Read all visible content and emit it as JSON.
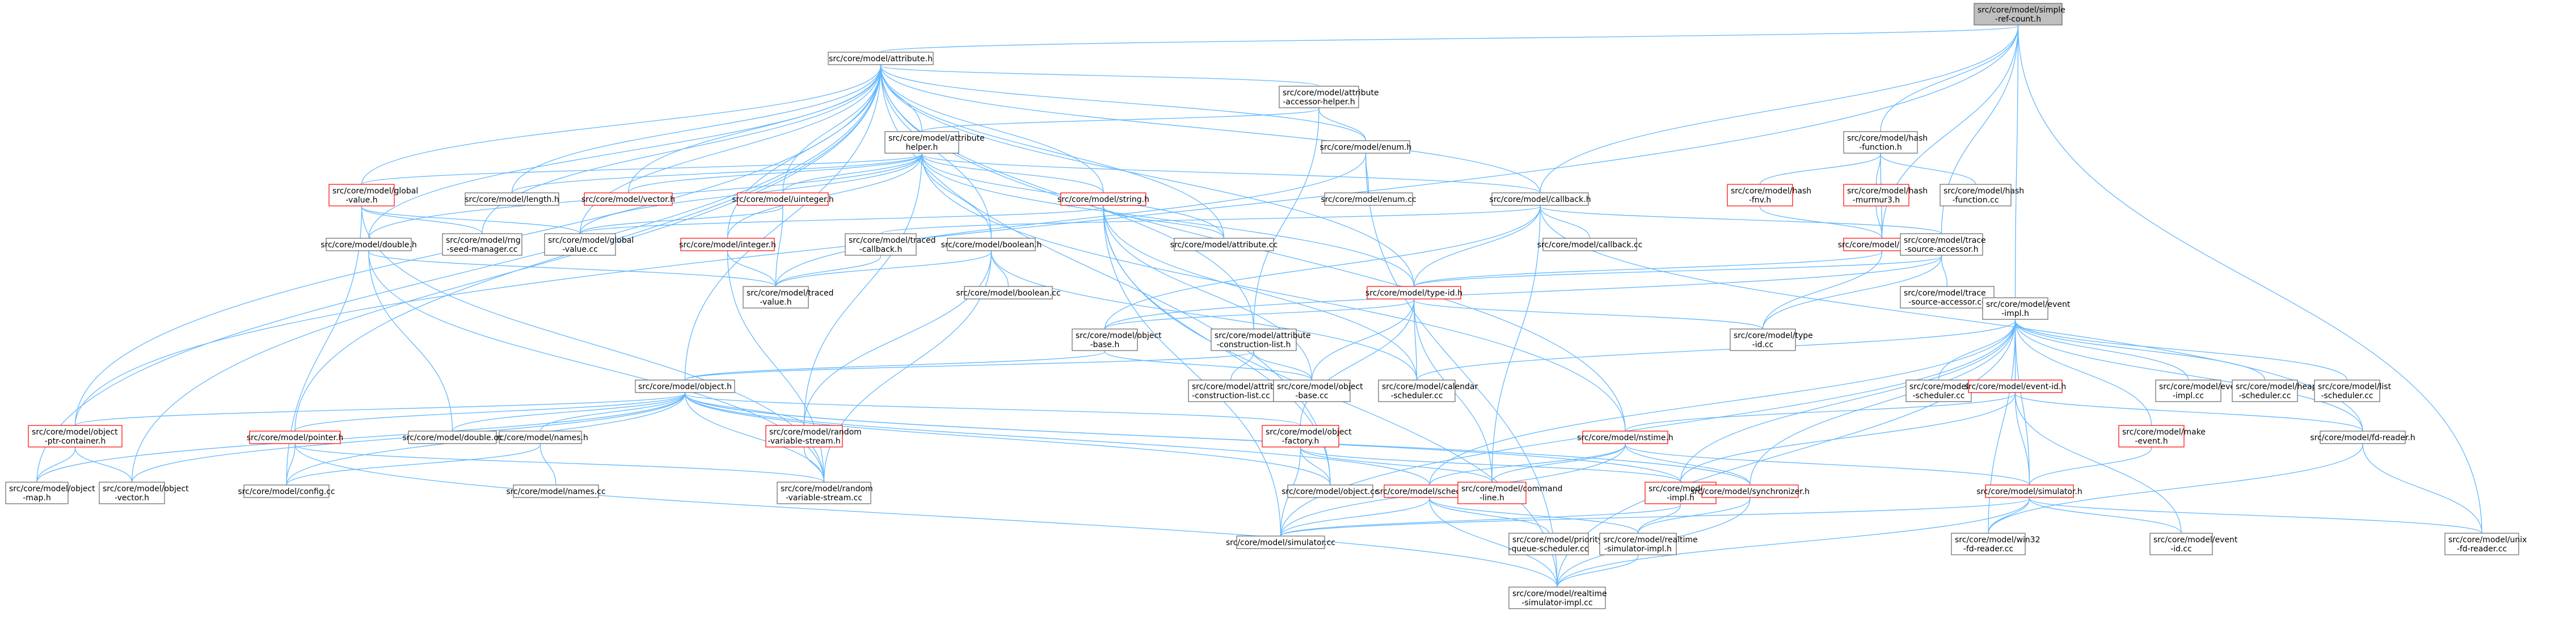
{
  "nodes": [
    {
      "id": "n0",
      "lines": [
        "src/core/model/simple",
        "-ref-count.h"
      ],
      "root": true,
      "red": false
    },
    {
      "id": "n1",
      "lines": [
        "src/core/model/attribute.h"
      ],
      "red": false
    },
    {
      "id": "n2",
      "lines": [
        "src/core/model/attribute",
        "-accessor-helper.h"
      ],
      "red": false
    },
    {
      "id": "n3",
      "lines": [
        "src/core/model/hash",
        "-function.h"
      ],
      "red": false
    },
    {
      "id": "n4",
      "lines": [
        "src/core/model/attribute",
        "helper.h"
      ],
      "red": false
    },
    {
      "id": "n5",
      "lines": [
        "src/core/model/enum.h"
      ],
      "red": false
    },
    {
      "id": "n6",
      "lines": [
        "src/core/model/hash",
        "-fnv.h"
      ],
      "red": true
    },
    {
      "id": "n7",
      "lines": [
        "src/core/model/hash",
        "-murmur3.h"
      ],
      "red": true
    },
    {
      "id": "n8",
      "lines": [
        "src/core/model/hash",
        "-function.cc"
      ],
      "red": false
    },
    {
      "id": "n9",
      "lines": [
        "src/core/model/global",
        "-value.h"
      ],
      "red": true
    },
    {
      "id": "n10",
      "lines": [
        "src/core/model/length.h"
      ],
      "red": false
    },
    {
      "id": "n11",
      "lines": [
        "src/core/model/vector.h"
      ],
      "red": true
    },
    {
      "id": "n12",
      "lines": [
        "src/core/model/uinteger.h"
      ],
      "red": true
    },
    {
      "id": "n13",
      "lines": [
        "src/core/model/string.h"
      ],
      "red": true
    },
    {
      "id": "n14",
      "lines": [
        "src/core/model/enum.cc"
      ],
      "red": false
    },
    {
      "id": "n15",
      "lines": [
        "src/core/model/callback.h"
      ],
      "red": false
    },
    {
      "id": "n16",
      "lines": [
        "src/core/model/hash.h"
      ],
      "red": true
    },
    {
      "id": "n17",
      "lines": [
        "src/core/model/trace",
        "-source-accessor.h"
      ],
      "red": false
    },
    {
      "id": "n18",
      "lines": [
        "src/core/model/double.h"
      ],
      "red": false
    },
    {
      "id": "n19",
      "lines": [
        "src/core/model/rng",
        "-seed-manager.cc"
      ],
      "red": false
    },
    {
      "id": "n20",
      "lines": [
        "src/core/model/global",
        "-value.cc"
      ],
      "red": false
    },
    {
      "id": "n21",
      "lines": [
        "src/core/model/integer.h"
      ],
      "red": true
    },
    {
      "id": "n22",
      "lines": [
        "src/core/model/traced",
        "-callback.h"
      ],
      "red": false
    },
    {
      "id": "n23",
      "lines": [
        "src/core/model/boolean.h"
      ],
      "red": false
    },
    {
      "id": "n24",
      "lines": [
        "src/core/model/attribute.cc"
      ],
      "red": false
    },
    {
      "id": "n25",
      "lines": [
        "src/core/model/callback.cc"
      ],
      "red": false
    },
    {
      "id": "n26",
      "lines": [
        "src/core/model/traced",
        "-value.h"
      ],
      "red": false
    },
    {
      "id": "n27",
      "lines": [
        "src/core/model/boolean.cc"
      ],
      "red": false
    },
    {
      "id": "n28",
      "lines": [
        "src/core/model/type-id.h"
      ],
      "red": true
    },
    {
      "id": "n29",
      "lines": [
        "src/core/model/trace",
        "-source-accessor.cc"
      ],
      "red": false
    },
    {
      "id": "n30",
      "lines": [
        "src/core/model/object",
        "-base.h"
      ],
      "red": false
    },
    {
      "id": "n31",
      "lines": [
        "src/core/model/attribute",
        "-construction-list.h"
      ],
      "red": false
    },
    {
      "id": "n32",
      "lines": [
        "src/core/model/type",
        "-id.cc"
      ],
      "red": false
    },
    {
      "id": "n33",
      "lines": [
        "src/core/model/event",
        "-impl.h"
      ],
      "red": false
    },
    {
      "id": "n34",
      "lines": [
        "src/core/model/object.h"
      ],
      "red": false
    },
    {
      "id": "n35",
      "lines": [
        "src/core/model/attribute",
        "-construction-list.cc"
      ],
      "red": false
    },
    {
      "id": "n36",
      "lines": [
        "src/core/model/object",
        "-base.cc"
      ],
      "red": false
    },
    {
      "id": "n37",
      "lines": [
        "src/core/model/calendar",
        "-scheduler.cc"
      ],
      "red": false
    },
    {
      "id": "n38",
      "lines": [
        "src/core/model/map",
        "-scheduler.cc"
      ],
      "red": false
    },
    {
      "id": "n39",
      "lines": [
        "src/core/model/event-id.h"
      ],
      "red": true
    },
    {
      "id": "n40",
      "lines": [
        "src/core/model/event",
        "-impl.cc"
      ],
      "red": false
    },
    {
      "id": "n41",
      "lines": [
        "src/core/model/heap",
        "-scheduler.cc"
      ],
      "red": false
    },
    {
      "id": "n42",
      "lines": [
        "src/core/model/list",
        "-scheduler.cc"
      ],
      "red": false
    },
    {
      "id": "n43",
      "lines": [
        "src/core/model/object",
        "-ptr-container.h"
      ],
      "red": true
    },
    {
      "id": "n44",
      "lines": [
        "src/core/model/pointer.h"
      ],
      "red": true
    },
    {
      "id": "n45",
      "lines": [
        "src/core/model/names.h"
      ],
      "red": false
    },
    {
      "id": "n46",
      "lines": [
        "src/core/model/random",
        "-variable-stream.h"
      ],
      "red": true
    },
    {
      "id": "n47",
      "lines": [
        "src/core/model/double.cc"
      ],
      "red": false
    },
    {
      "id": "n48",
      "lines": [
        "src/core/model/object",
        "-factory.h"
      ],
      "red": true
    },
    {
      "id": "n49",
      "lines": [
        "src/core/model/nstime.h"
      ],
      "red": true
    },
    {
      "id": "n50",
      "lines": [
        "src/core/model/make",
        "-event.h"
      ],
      "red": true
    },
    {
      "id": "n51",
      "lines": [
        "src/core/model/fd-reader.h"
      ],
      "red": false
    },
    {
      "id": "n52",
      "lines": [
        "src/core/model/object",
        "-map.h"
      ],
      "red": false
    },
    {
      "id": "n53",
      "lines": [
        "src/core/model/object",
        "-vector.h"
      ],
      "red": false
    },
    {
      "id": "n54",
      "lines": [
        "src/core/model/config.cc"
      ],
      "red": false
    },
    {
      "id": "n55",
      "lines": [
        "src/core/model/names.cc"
      ],
      "red": false
    },
    {
      "id": "n56",
      "lines": [
        "src/core/model/random",
        "-variable-stream.cc"
      ],
      "red": false
    },
    {
      "id": "n57",
      "lines": [
        "src/core/model/scheduler.h"
      ],
      "red": true
    },
    {
      "id": "n58",
      "lines": [
        "src/core/model/object.cc"
      ],
      "red": false
    },
    {
      "id": "n59",
      "lines": [
        "src/core/model/command",
        "-line.h"
      ],
      "red": true
    },
    {
      "id": "n60",
      "lines": [
        "src/core/model/simulator",
        "-impl.h"
      ],
      "red": true
    },
    {
      "id": "n61",
      "lines": [
        "src/core/model/synchronizer.h"
      ],
      "red": true
    },
    {
      "id": "n62",
      "lines": [
        "src/core/model/simulator.h"
      ],
      "red": true
    },
    {
      "id": "n63",
      "lines": [
        "src/core/model/simulator.cc"
      ],
      "red": false
    },
    {
      "id": "n64",
      "lines": [
        "src/core/model/priority",
        "-queue-scheduler.cc"
      ],
      "red": false
    },
    {
      "id": "n65",
      "lines": [
        "src/core/model/realtime",
        "-simulator-impl.h"
      ],
      "red": false
    },
    {
      "id": "n66",
      "lines": [
        "src/core/model/win32",
        "-fd-reader.cc"
      ],
      "red": false
    },
    {
      "id": "n67",
      "lines": [
        "src/core/model/event",
        "-id.cc"
      ],
      "red": false
    },
    {
      "id": "n68",
      "lines": [
        "src/core/model/unix",
        "-fd-reader.cc"
      ],
      "red": false
    },
    {
      "id": "n69",
      "lines": [
        "src/core/model/realtime",
        "-simulator-impl.cc"
      ],
      "red": false
    }
  ],
  "edges": [
    [
      "n0",
      "n1"
    ],
    [
      "n0",
      "n3"
    ],
    [
      "n0",
      "n15"
    ],
    [
      "n0",
      "n17"
    ],
    [
      "n0",
      "n33"
    ],
    [
      "n0",
      "n16"
    ],
    [
      "n0",
      "n68"
    ],
    [
      "n0",
      "n43"
    ],
    [
      "n1",
      "n2"
    ],
    [
      "n1",
      "n4"
    ],
    [
      "n1",
      "n5"
    ],
    [
      "n1",
      "n9"
    ],
    [
      "n1",
      "n10"
    ],
    [
      "n1",
      "n11"
    ],
    [
      "n1",
      "n12"
    ],
    [
      "n1",
      "n13"
    ],
    [
      "n1",
      "n15"
    ],
    [
      "n1",
      "n18"
    ],
    [
      "n1",
      "n19"
    ],
    [
      "n1",
      "n20"
    ],
    [
      "n1",
      "n21"
    ],
    [
      "n1",
      "n23"
    ],
    [
      "n1",
      "n24"
    ],
    [
      "n1",
      "n28"
    ],
    [
      "n1",
      "n34"
    ],
    [
      "n1",
      "n43"
    ],
    [
      "n1",
      "n44"
    ],
    [
      "n1",
      "n52"
    ],
    [
      "n1",
      "n53"
    ],
    [
      "n1",
      "n49"
    ],
    [
      "n1",
      "n58"
    ],
    [
      "n1",
      "n31"
    ],
    [
      "n2",
      "n4"
    ],
    [
      "n2",
      "n5"
    ],
    [
      "n2",
      "n31"
    ],
    [
      "n3",
      "n6"
    ],
    [
      "n3",
      "n7"
    ],
    [
      "n3",
      "n8"
    ],
    [
      "n3",
      "n16"
    ],
    [
      "n4",
      "n9"
    ],
    [
      "n4",
      "n10"
    ],
    [
      "n4",
      "n11"
    ],
    [
      "n4",
      "n12"
    ],
    [
      "n4",
      "n13"
    ],
    [
      "n4",
      "n15"
    ],
    [
      "n4",
      "n18"
    ],
    [
      "n4",
      "n20"
    ],
    [
      "n4",
      "n21"
    ],
    [
      "n4",
      "n23"
    ],
    [
      "n4",
      "n24"
    ],
    [
      "n4",
      "n28"
    ],
    [
      "n4",
      "n49"
    ],
    [
      "n4",
      "n46"
    ],
    [
      "n5",
      "n14"
    ],
    [
      "n5",
      "n26"
    ],
    [
      "n5",
      "n69"
    ],
    [
      "n6",
      "n16"
    ],
    [
      "n7",
      "n16"
    ],
    [
      "n9",
      "n19"
    ],
    [
      "n9",
      "n20"
    ],
    [
      "n9",
      "n54"
    ],
    [
      "n9",
      "n56"
    ],
    [
      "n12",
      "n26"
    ],
    [
      "n12",
      "n20"
    ],
    [
      "n13",
      "n24"
    ],
    [
      "n13",
      "n20"
    ],
    [
      "n13",
      "n36"
    ],
    [
      "n13",
      "n58"
    ],
    [
      "n13",
      "n63"
    ],
    [
      "n13",
      "n69"
    ],
    [
      "n13",
      "n37"
    ],
    [
      "n15",
      "n22"
    ],
    [
      "n15",
      "n25"
    ],
    [
      "n15",
      "n28"
    ],
    [
      "n15",
      "n17"
    ],
    [
      "n15",
      "n30"
    ],
    [
      "n15",
      "n59"
    ],
    [
      "n15",
      "n51"
    ],
    [
      "n16",
      "n28"
    ],
    [
      "n16",
      "n32"
    ],
    [
      "n17",
      "n28"
    ],
    [
      "n17",
      "n29"
    ],
    [
      "n17",
      "n32"
    ],
    [
      "n17",
      "n30"
    ],
    [
      "n18",
      "n26"
    ],
    [
      "n18",
      "n47"
    ],
    [
      "n18",
      "n56"
    ],
    [
      "n21",
      "n26"
    ],
    [
      "n21",
      "n56"
    ],
    [
      "n22",
      "n26"
    ],
    [
      "n23",
      "n26"
    ],
    [
      "n23",
      "n27"
    ],
    [
      "n23",
      "n46"
    ],
    [
      "n23",
      "n56"
    ],
    [
      "n23",
      "n37"
    ],
    [
      "n28",
      "n30"
    ],
    [
      "n28",
      "n32"
    ],
    [
      "n28",
      "n37"
    ],
    [
      "n28",
      "n48"
    ],
    [
      "n28",
      "n59"
    ],
    [
      "n28",
      "n36"
    ],
    [
      "n30",
      "n34"
    ],
    [
      "n30",
      "n36"
    ],
    [
      "n31",
      "n34"
    ],
    [
      "n31",
      "n35"
    ],
    [
      "n31",
      "n36"
    ],
    [
      "n33",
      "n38"
    ],
    [
      "n33",
      "n39"
    ],
    [
      "n33",
      "n40"
    ],
    [
      "n33",
      "n41"
    ],
    [
      "n33",
      "n42"
    ],
    [
      "n33",
      "n50"
    ],
    [
      "n33",
      "n51"
    ],
    [
      "n33",
      "n62"
    ],
    [
      "n33",
      "n60"
    ],
    [
      "n33",
      "n61"
    ],
    [
      "n33",
      "n57"
    ],
    [
      "n33",
      "n37"
    ],
    [
      "n33",
      "n63"
    ],
    [
      "n33",
      "n66"
    ],
    [
      "n33",
      "n69"
    ],
    [
      "n34",
      "n43"
    ],
    [
      "n34",
      "n44"
    ],
    [
      "n34",
      "n45"
    ],
    [
      "n34",
      "n46"
    ],
    [
      "n34",
      "n47"
    ],
    [
      "n34",
      "n48"
    ],
    [
      "n34",
      "n52"
    ],
    [
      "n34",
      "n53"
    ],
    [
      "n34",
      "n54"
    ],
    [
      "n34",
      "n58"
    ],
    [
      "n34",
      "n56"
    ],
    [
      "n34",
      "n57"
    ],
    [
      "n34",
      "n60"
    ],
    [
      "n34",
      "n61"
    ],
    [
      "n39",
      "n49"
    ],
    [
      "n39",
      "n62"
    ],
    [
      "n39",
      "n60"
    ],
    [
      "n39",
      "n67"
    ],
    [
      "n39",
      "n51"
    ],
    [
      "n43",
      "n52"
    ],
    [
      "n43",
      "n53"
    ],
    [
      "n44",
      "n54"
    ],
    [
      "n44",
      "n56"
    ],
    [
      "n44",
      "n69"
    ],
    [
      "n45",
      "n54"
    ],
    [
      "n45",
      "n55"
    ],
    [
      "n46",
      "n56"
    ],
    [
      "n48",
      "n58"
    ],
    [
      "n48",
      "n59"
    ],
    [
      "n48",
      "n60"
    ],
    [
      "n48",
      "n63"
    ],
    [
      "n49",
      "n59"
    ],
    [
      "n49",
      "n61"
    ],
    [
      "n49",
      "n62"
    ],
    [
      "n49",
      "n57"
    ],
    [
      "n49",
      "n63"
    ],
    [
      "n50",
      "n62"
    ],
    [
      "n51",
      "n66"
    ],
    [
      "n51",
      "n68"
    ],
    [
      "n57",
      "n63"
    ],
    [
      "n57",
      "n64"
    ],
    [
      "n57",
      "n65"
    ],
    [
      "n57",
      "n69"
    ],
    [
      "n60",
      "n63"
    ],
    [
      "n60",
      "n65"
    ],
    [
      "n61",
      "n65"
    ],
    [
      "n61",
      "n69"
    ],
    [
      "n62",
      "n63"
    ],
    [
      "n62",
      "n66"
    ],
    [
      "n62",
      "n67"
    ],
    [
      "n62",
      "n68"
    ],
    [
      "n62",
      "n69"
    ],
    [
      "n65",
      "n69"
    ]
  ]
}
